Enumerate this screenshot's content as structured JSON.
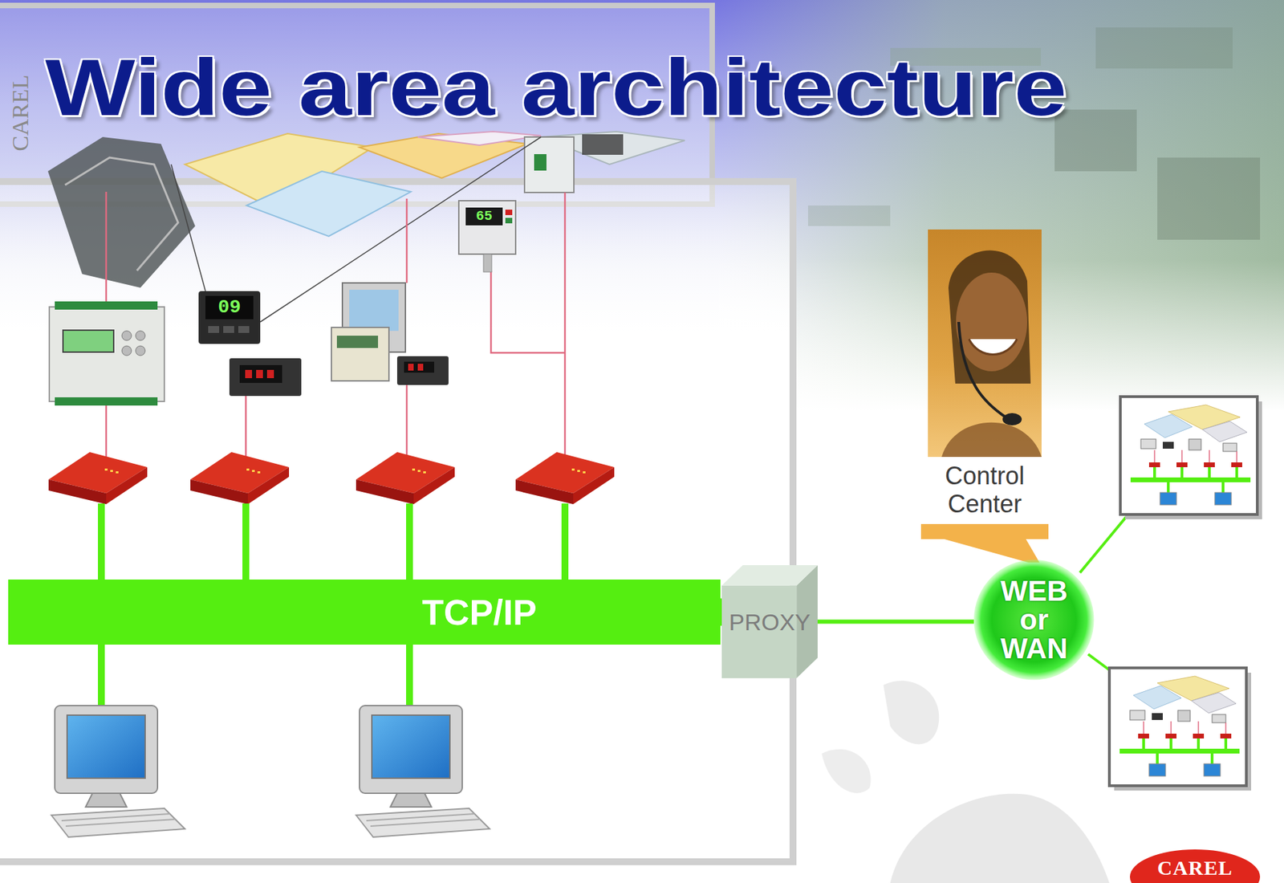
{
  "diagram": {
    "title": "Wide area architecture",
    "nodes": [
      {
        "text": [
          "TCP/IP"
        ]
      },
      {
        "text": [
          "PROXY"
        ]
      },
      {
        "text": [
          "Control Center"
        ]
      },
      {
        "text": [
          "WEB or WAN"
        ]
      }
    ],
    "edges": [
      {
        "from": 0,
        "to": 1,
        "arrow": "none"
      },
      {
        "from": 1,
        "to": 3,
        "arrow": "none"
      },
      {
        "from": 2,
        "to": 3,
        "arrow": "none"
      }
    ],
    "labels": [
      "CAREL",
      "09",
      "65",
      "CAREL"
    ]
  }
}
